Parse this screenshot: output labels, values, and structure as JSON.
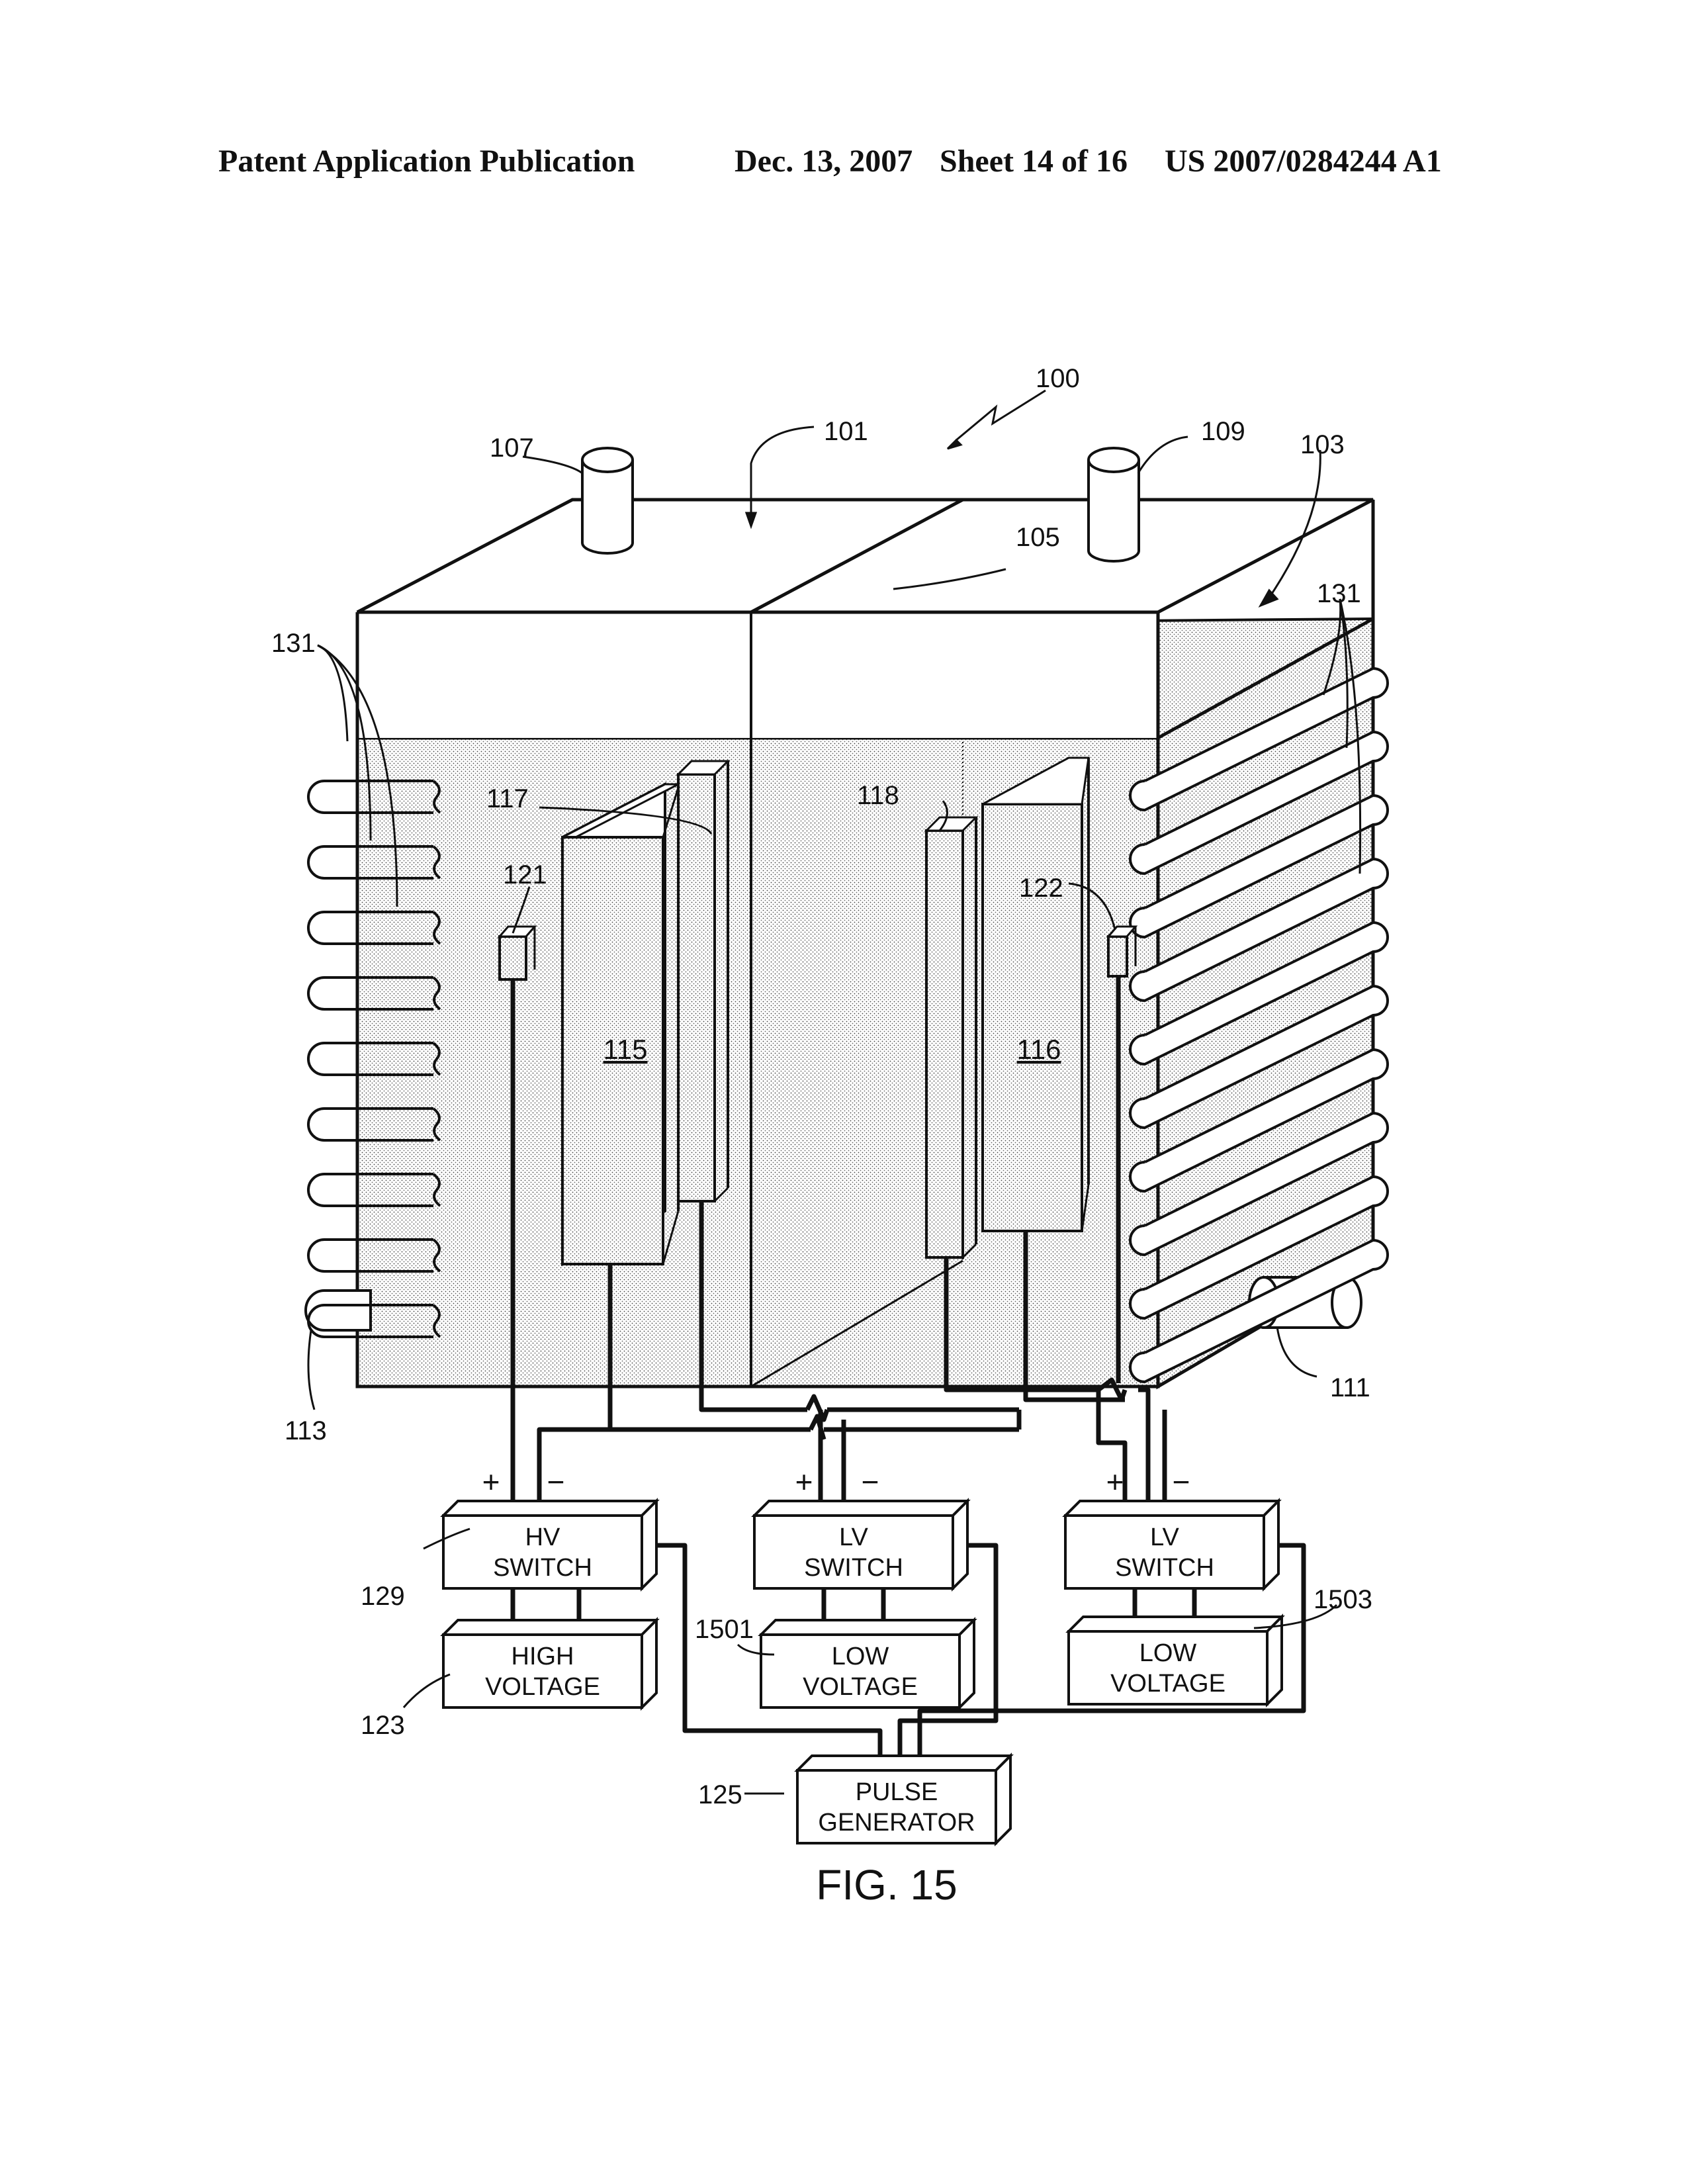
{
  "header": {
    "publication": "Patent Application Publication",
    "date": "Dec. 13, 2007",
    "sheet": "Sheet 14 of 16",
    "number": "US 2007/0284244 A1"
  },
  "labels": {
    "r100": "100",
    "r101": "101",
    "r103": "103",
    "r105": "105",
    "r107": "107",
    "r109": "109",
    "r111": "111",
    "r113": "113",
    "r115": "115",
    "r116": "116",
    "r117": "117",
    "r118": "118",
    "r121": "121",
    "r122": "122",
    "r123": "123",
    "r125": "125",
    "r129": "129",
    "r131a": "131",
    "r131b": "131",
    "r1501": "1501",
    "r1503": "1503"
  },
  "polarity": {
    "plus": "+",
    "minus": "−"
  },
  "boxes": {
    "hv_switch": [
      "HV",
      "SWITCH"
    ],
    "lv_switch_1": [
      "LV",
      "SWITCH"
    ],
    "lv_switch_2": [
      "LV",
      "SWITCH"
    ],
    "high_voltage": [
      "HIGH",
      "VOLTAGE"
    ],
    "low_voltage_1": [
      "LOW",
      "VOLTAGE"
    ],
    "low_voltage_2": [
      "LOW",
      "VOLTAGE"
    ],
    "pulse_generator": [
      "PULSE",
      "GENERATOR"
    ]
  },
  "caption": "FIG. 15"
}
